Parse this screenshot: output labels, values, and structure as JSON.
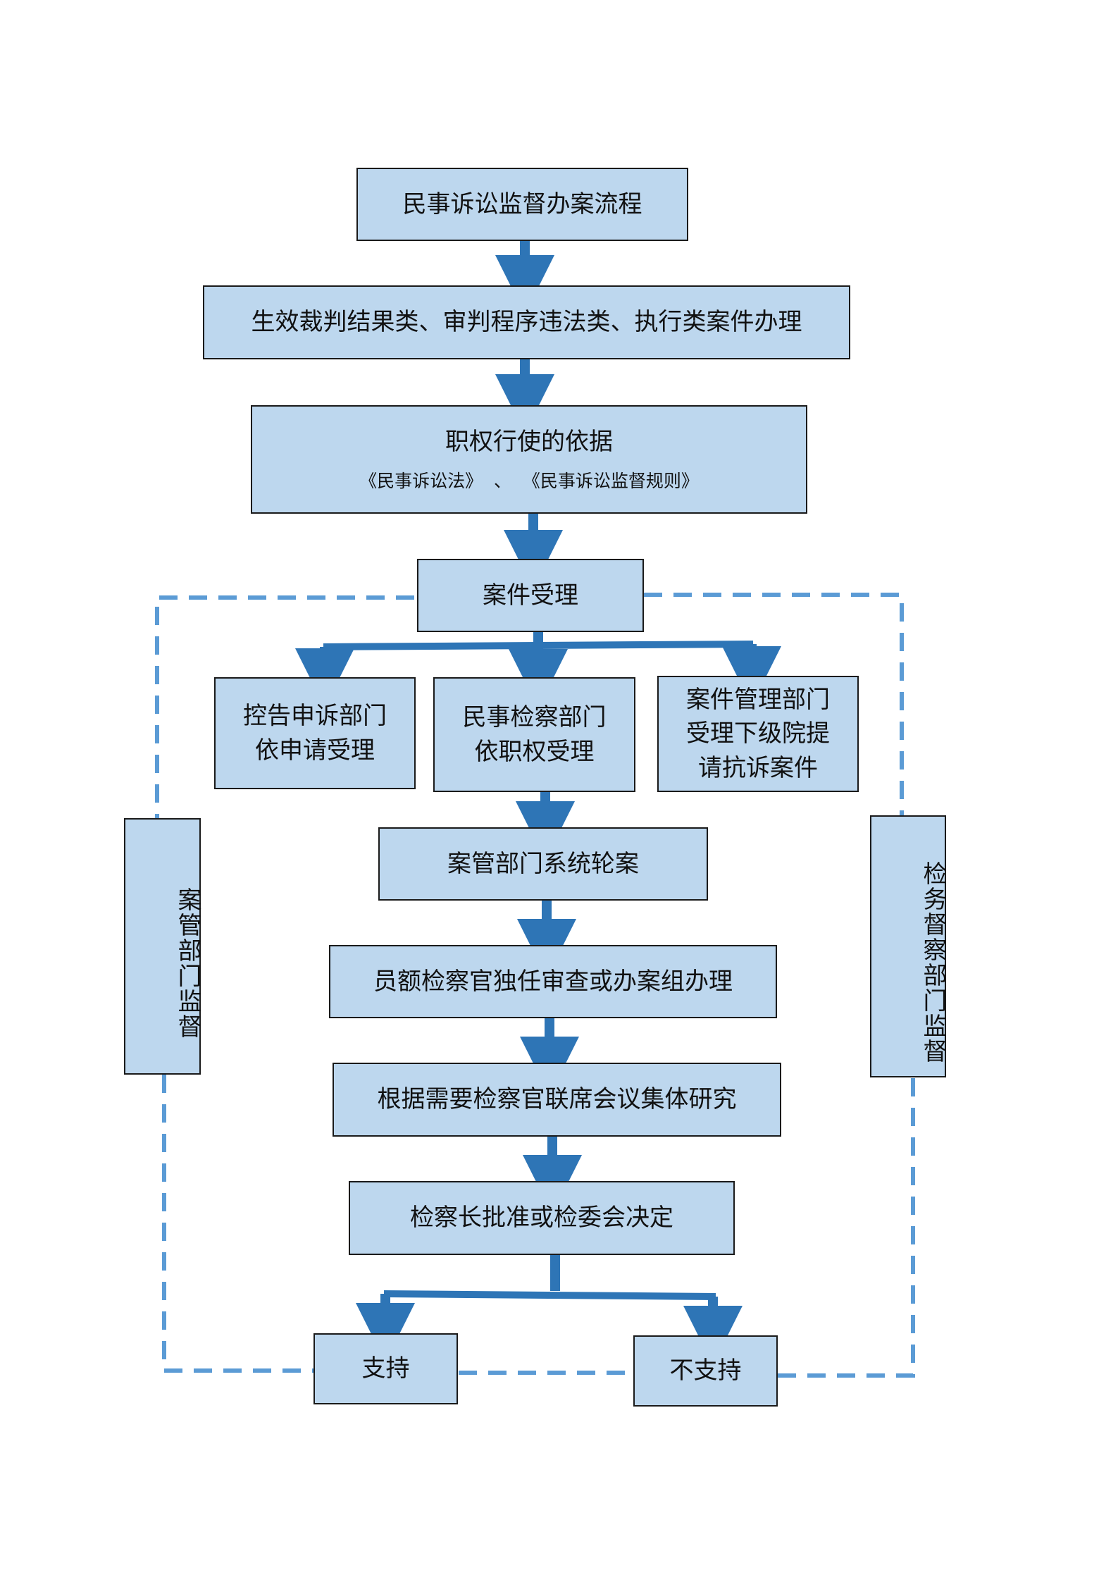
{
  "diagram": {
    "title_box": "民事诉讼监督办案流程",
    "case_types": "生效裁判结果类、审判程序违法类、执行类案件办理",
    "basis": {
      "title": "职权行使的依据",
      "laws": "《民事诉讼法》  、  《民事诉讼监督规则》"
    },
    "acceptance": "案件受理",
    "branches": {
      "complaint_dept": "控告申诉部门依申请受理",
      "civil_procuratorate_dept": "民事检察部门依职权受理",
      "case_management_dept": "案件管理部门受理下级院提请抗诉案件"
    },
    "assignment": "案管部门系统轮案",
    "review": "员额检察官独任审查或办案组办理",
    "joint_meeting": "根据需要检察官联席会议集体研究",
    "decision": "检察长批准或检委会决定",
    "outcomes": {
      "support": "支持",
      "not_support": "不支持"
    },
    "side_labels": {
      "left": "案管部门监督",
      "right": "检务督察部门监督"
    },
    "colors": {
      "box_fill": "#bdd7ee",
      "box_border": "#1a1a1a",
      "arrow": "#2e75b6",
      "dashed_line": "#5b9bd5"
    }
  }
}
